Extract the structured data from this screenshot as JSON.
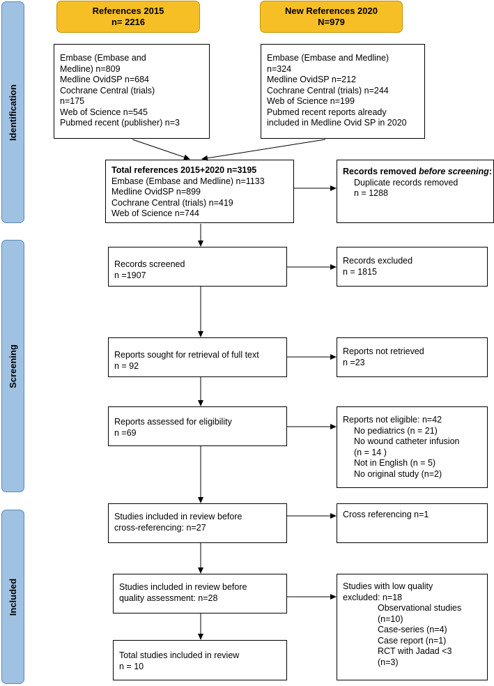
{
  "phases": {
    "identification": "Identification",
    "screening": "Screening",
    "included": "Included"
  },
  "headers": {
    "refs2015": {
      "title": "References 2015",
      "count": "n= 2216"
    },
    "refs2020": {
      "title": "New References 2020",
      "count": "N=979"
    }
  },
  "sources2015": [
    "Embase (Embase and",
    "Medline) n=809",
    "Medline OvidSP n=684",
    "Cochrane Central (trials)",
    "n=175",
    "Web of Science n=545",
    "Pubmed recent (publisher) n=3"
  ],
  "sources2020": [
    "Embase (Embase and Medline)",
    "n=324",
    "Medline OvidSP n=212",
    "Cochrane Central (trials) n=244",
    "Web of Science n=199",
    "Pubmed recent reports already",
    "included in Medline Ovid SP in 2020"
  ],
  "total": {
    "title": "Total references 2015+2020 n=3195",
    "lines": [
      "Embase (Embase and Medline) n=1133",
      "Medline OvidSP n=899",
      "Cochrane Central (trials) n=419",
      "Web of Science n=744"
    ]
  },
  "removed": {
    "title_prefix": "Records removed ",
    "title_emph": "before screening",
    "title_suffix": ":",
    "line1": "Duplicate records removed",
    "line2": "n = 1288"
  },
  "screened": {
    "label": "Records screened",
    "count": "n =1907"
  },
  "excluded": {
    "label": "Records excluded",
    "count": "n = 1815"
  },
  "sought": {
    "label": "Reports sought for retrieval of full text",
    "count": "n = 92"
  },
  "not_retrieved": {
    "label": "Reports not retrieved",
    "count": "n =23"
  },
  "assessed": {
    "label": "Reports assessed for eligibility",
    "count": "n =69"
  },
  "not_eligible": {
    "title": "Reports not eligible: n=42",
    "items": [
      "No pediatrics (n = 21)",
      "No wound catheter infusion",
      "(n = 14 )",
      "Not in English (n = 5)",
      "No original study (n=2)"
    ]
  },
  "included_before_xref": {
    "line1": "Studies included in review before",
    "line2": "cross-referencing: n=27"
  },
  "cross_ref": {
    "label": "Cross referencing n=1"
  },
  "included_before_quality": {
    "line1": "Studies included in review before",
    "line2": "quality assessment: n=28"
  },
  "low_quality": {
    "title1": "Studies with low quality",
    "title2": "excluded: n=18",
    "items": [
      "Observational studies",
      "(n=10)",
      "Case-series (n=4)",
      "Case report (n=1)",
      "RCT with Jadad <3",
      "(n=3)"
    ]
  },
  "final": {
    "label": "Total studies included in review",
    "count": "n = 10"
  },
  "colors": {
    "header_fill": "#f6bf26",
    "phase_fill": "#9fc2e2",
    "line": "#000000"
  }
}
